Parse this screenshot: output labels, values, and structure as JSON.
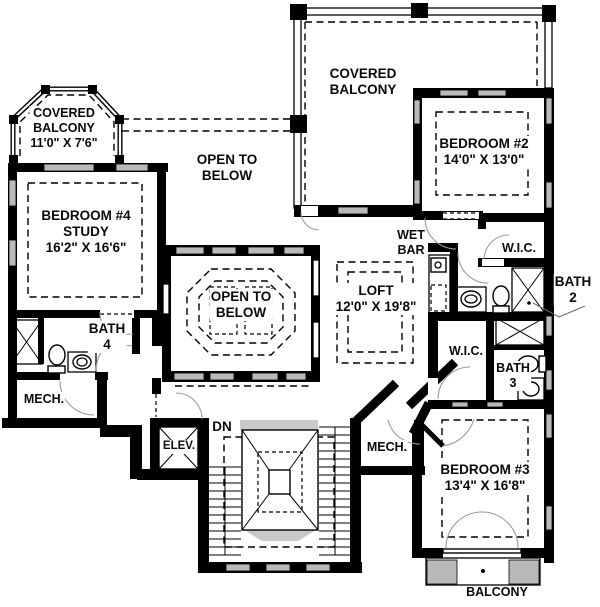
{
  "plan_type": "floor-plan",
  "colors": {
    "wall": "#000000",
    "window_fill": "#b9b9b9",
    "stair_shade": "#c9c9c9",
    "background": "#ffffff",
    "door_arc": "#9a9a9a"
  },
  "labels": {
    "cb_left": {
      "l1": "COVERED",
      "l2": "BALCONY",
      "dims": "11'0\" X 7'6\""
    },
    "otb_upper": {
      "l1": "OPEN TO",
      "l2": "BELOW"
    },
    "cb_top": {
      "l1": "COVERED",
      "l2": "BALCONY"
    },
    "bedroom2": {
      "name": "BEDROOM #2",
      "dims": "14'0\" X 13'0\""
    },
    "bedroom4": {
      "name": "BEDROOM #4",
      "sub": "STUDY",
      "dims": "16'2\" X 16'6\""
    },
    "otb_center": {
      "l1": "OPEN TO",
      "l2": "BELOW"
    },
    "wet_bar": {
      "l1": "WET",
      "l2": "BAR"
    },
    "loft": {
      "name": "LOFT",
      "dims": "12'0\" X 19'8\""
    },
    "wic_upper": {
      "name": "W.I.C."
    },
    "bath2": {
      "l1": "BATH",
      "l2": "2"
    },
    "bath4": {
      "l1": "BATH",
      "l2": "4"
    },
    "bath3": {
      "l1": "BATH",
      "l2": "3"
    },
    "wic_lower": {
      "name": "W.I.C."
    },
    "mech_left": {
      "name": "MECH."
    },
    "mech_right": {
      "name": "MECH."
    },
    "elevator": {
      "name": "ELEV."
    },
    "stairs_dn": {
      "name": "DN"
    },
    "bedroom3": {
      "name": "BEDROOM #3",
      "dims": "13'4\" X 16'8\""
    },
    "balcony": {
      "name": "BALCONY"
    }
  }
}
